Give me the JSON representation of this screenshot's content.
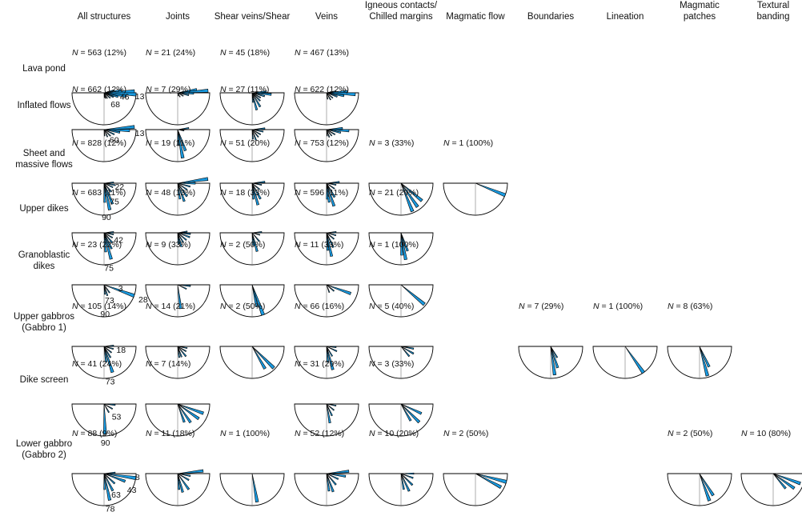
{
  "columns": [
    {
      "key": "all",
      "label": "All structures"
    },
    {
      "key": "joints",
      "label": "Joints"
    },
    {
      "key": "shear",
      "label": "Shear veins/Shear"
    },
    {
      "key": "veins",
      "label": "Veins"
    },
    {
      "key": "igneous",
      "label": "Igneous contacts/\nChilled margins"
    },
    {
      "key": "magflow",
      "label": "Magmatic flow"
    },
    {
      "key": "bound",
      "label": "Boundaries"
    },
    {
      "key": "lineation",
      "label": "Lineation"
    },
    {
      "key": "patches",
      "label": "Magmatic\npatches"
    },
    {
      "key": "banding",
      "label": "Textural\nbanding"
    }
  ],
  "rows": [
    {
      "label": "Lava pond",
      "cells": [
        {
          "col": 0,
          "n": "N",
          "text": " = 563 (12%)",
          "labels": [
            {
              "t": "13"
            },
            {
              "t": "46"
            },
            {
              "t": "68"
            }
          ]
        },
        {
          "col": 1,
          "n": "N",
          "text": " = 21 (24%)"
        },
        {
          "col": 2,
          "n": "N",
          "text": " = 45 (18%)"
        },
        {
          "col": 3,
          "n": "N",
          "text": " = 467 (13%)"
        }
      ]
    },
    {
      "label": "Inflated flows",
      "cells": [
        {
          "col": 0,
          "n": "N",
          "text": " = 662 (12%)",
          "labels": [
            {
              "t": "13"
            },
            {
              "t": "60"
            }
          ]
        },
        {
          "col": 1,
          "n": "N",
          "text": " = 7 (29%)"
        },
        {
          "col": 2,
          "n": "N",
          "text": " = 27 (11%)"
        },
        {
          "col": 3,
          "n": "N",
          "text": " = 622 (12%)"
        }
      ]
    },
    {
      "label": "Sheet and\nmassive flows",
      "cells": [
        {
          "col": 0,
          "n": "N",
          "text": " = 828 (12%)",
          "labels": [
            {
              "t": "22"
            },
            {
              "t": "75"
            },
            {
              "t": "90"
            }
          ]
        },
        {
          "col": 1,
          "n": "N",
          "text": " = 19 (11%)"
        },
        {
          "col": 2,
          "n": "N",
          "text": " = 51 (20%)"
        },
        {
          "col": 3,
          "n": "N",
          "text": " = 753 (12%)"
        },
        {
          "col": 4,
          "n": "N",
          "text": " = 3 (33%)"
        },
        {
          "col": 5,
          "n": "N",
          "text": " = 1 (100%)"
        }
      ]
    },
    {
      "label": "Upper dikes",
      "cells": [
        {
          "col": 0,
          "n": "N",
          "text": " = 683 (11%)",
          "labels": [
            {
              "t": "42"
            },
            {
              "t": "75"
            }
          ]
        },
        {
          "col": 1,
          "n": "N",
          "text": " = 48 (13%)"
        },
        {
          "col": 2,
          "n": "N",
          "text": " = 18 (33%)"
        },
        {
          "col": 3,
          "n": "N",
          "text": " = 596 (11%)"
        },
        {
          "col": 4,
          "n": "N",
          "text": " = 21 (29%)"
        }
      ]
    },
    {
      "label": "Granoblastic\ndikes",
      "cells": [
        {
          "col": 0,
          "n": "N",
          "text": " = 23 (22%)",
          "labels": [
            {
              "t": "3"
            },
            {
              "t": "28"
            },
            {
              "t": "73"
            },
            {
              "t": "90"
            }
          ]
        },
        {
          "col": 1,
          "n": "N",
          "text": " = 9 (33%)"
        },
        {
          "col": 2,
          "n": "N",
          "text": " = 2 (50%)"
        },
        {
          "col": 3,
          "n": "N",
          "text": " = 11 (33%)"
        },
        {
          "col": 4,
          "n": "N",
          "text": " = 1 (100%)"
        }
      ]
    },
    {
      "label": "Upper gabbros\n(Gabbro 1)",
      "cells": [
        {
          "col": 0,
          "n": "N",
          "text": " = 105 (14%)",
          "labels": [
            {
              "t": "18"
            },
            {
              "t": "73"
            }
          ]
        },
        {
          "col": 1,
          "n": "N",
          "text": " = 14 (21%)"
        },
        {
          "col": 2,
          "n": "N",
          "text": " = 2 (50%)"
        },
        {
          "col": 3,
          "n": "N",
          "text": " = 66 (16%)"
        },
        {
          "col": 4,
          "n": "N",
          "text": " = 5 (40%)"
        },
        {
          "col": 6,
          "n": "N",
          "text": " = 7 (29%)"
        },
        {
          "col": 7,
          "n": "N",
          "text": " = 1 (100%)"
        },
        {
          "col": 8,
          "n": "N",
          "text": " = 8 (63%)"
        }
      ]
    },
    {
      "label": "Dike screen",
      "cells": [
        {
          "col": 0,
          "n": "N",
          "text": " = 41 (24%)",
          "labels": [
            {
              "t": "53"
            },
            {
              "t": "90"
            }
          ]
        },
        {
          "col": 1,
          "n": "N",
          "text": " = 7 (14%)"
        },
        {
          "col": 3,
          "n": "N",
          "text": " = 31 (29%)"
        },
        {
          "col": 4,
          "n": "N",
          "text": " = 3 (33%)"
        }
      ]
    },
    {
      "label": "Lower gabbro\n(Gabbro 2)",
      "cells": [
        {
          "col": 0,
          "n": "N",
          "text": " = 88 (9%)",
          "labels": [
            {
              "t": "8"
            },
            {
              "t": "43"
            },
            {
              "t": "63"
            },
            {
              "t": "78"
            }
          ]
        },
        {
          "col": 1,
          "n": "N",
          "text": " = 11 (18%)"
        },
        {
          "col": 2,
          "n": "N",
          "text": " = 1 (100%)"
        },
        {
          "col": 3,
          "n": "N",
          "text": " = 52 (12%)"
        },
        {
          "col": 4,
          "n": "N",
          "text": " = 10 (20%)"
        },
        {
          "col": 5,
          "n": "N",
          "text": " = 2 (50%)"
        },
        {
          "col": 8,
          "n": "N",
          "text": " = 2 (50%)"
        },
        {
          "col": 9,
          "n": "N",
          "text": " = 10 (80%)"
        }
      ]
    }
  ],
  "colors": {
    "petal": "#1a9ae0",
    "stroke": "#000000"
  }
}
